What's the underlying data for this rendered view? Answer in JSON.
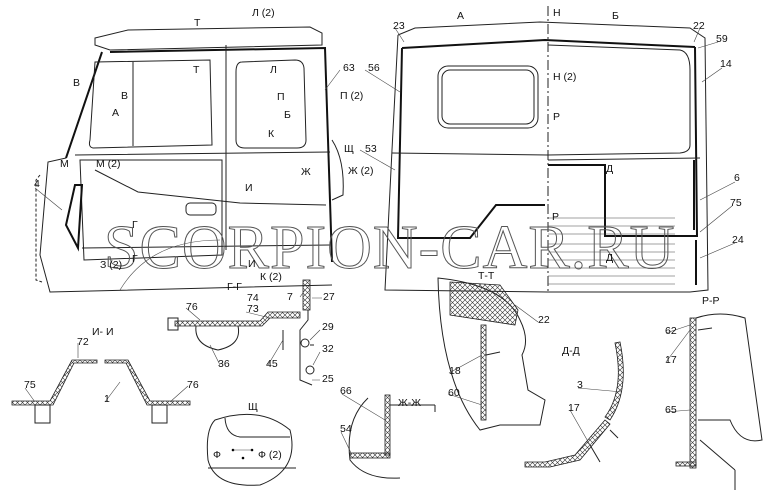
{
  "watermark": "SCORPION-CAR.RU",
  "side_view": {
    "l2_top": "Л (2)",
    "t_top": "Т",
    "t_win": "Т",
    "l_win": "Л",
    "v_out": "В",
    "v_in": "В",
    "a": "А",
    "p63": "63",
    "p56": "56",
    "p": "П",
    "p2": "П (2)",
    "b": "Б",
    "k": "К",
    "shch": "Щ",
    "p53": "53",
    "m": "М",
    "m2": "М (2)",
    "zh": "Ж",
    "zh2": "Ж (2)",
    "p4": "4",
    "i": "И",
    "g_top": "Г",
    "g_bot": "Г",
    "z2": "З (2)",
    "i_bot": "И",
    "k2": "К (2)"
  },
  "rear_view": {
    "a": "А",
    "b": "Б",
    "n": "Н",
    "p23": "23",
    "p22": "22",
    "p59": "59",
    "p14": "14",
    "n2": "Н (2)",
    "r_top": "Р",
    "d_top": "Д",
    "p6": "6",
    "p75": "75",
    "r_bot": "Р",
    "d_bot": "Д",
    "p24": "24"
  },
  "section_gg": {
    "title": "Г-Г",
    "p74": "74",
    "p73": "73",
    "p7": "7",
    "p27": "27",
    "p76": "76",
    "p29": "29",
    "p36": "36",
    "p45": "45",
    "p32": "32",
    "p25": "25"
  },
  "section_ii": {
    "title": "И- И",
    "p72": "72",
    "p75": "75",
    "p76": "76",
    "p1": "1"
  },
  "view_shch": {
    "title": "Щ",
    "f": "Ф",
    "f2": "Ф (2)"
  },
  "section_zhzh": {
    "title": "Ж-Ж",
    "p66": "66",
    "p54": "54"
  },
  "section_tt": {
    "title": "Т-Т",
    "p22": "22",
    "p18": "18",
    "p60": "60"
  },
  "section_dd": {
    "title": "Д-Д",
    "p3": "3",
    "p17": "17"
  },
  "section_rr": {
    "title": "Р-Р",
    "p62": "62",
    "p17": "17",
    "p65": "65"
  }
}
